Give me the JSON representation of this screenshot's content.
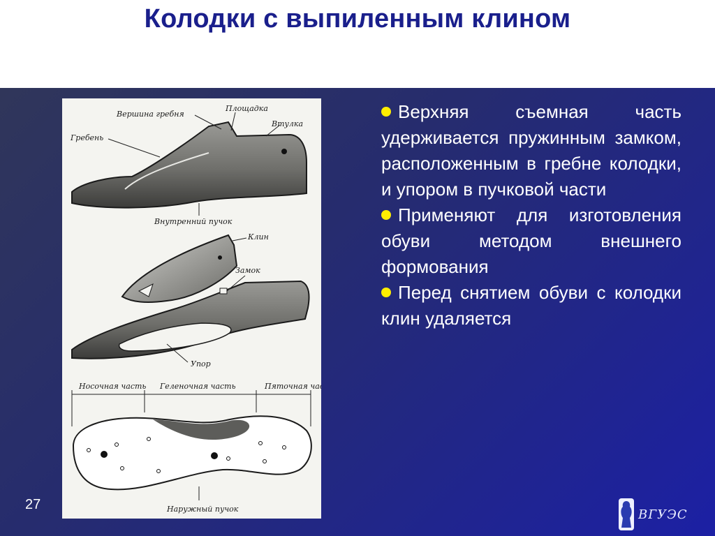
{
  "title": "Колодки с выпиленным клином",
  "figure_labels": {
    "crest_top": "Вершина гребня",
    "platform": "Площадка",
    "sleeve": "Втулка",
    "crest": "Гребень",
    "inner_joint": "Внутренний пучок",
    "wedge": "Клин",
    "lock": "Замок",
    "stop": "Упор",
    "toe_part": "Носочная часть",
    "shank_part": "Геленочная часть",
    "heel_part": "Пяточная часть",
    "outer_joint": "Наружный пучок"
  },
  "bullets": [
    "Верхняя съемная часть удерживается пружинным замком, расположенным в гребне колодки, и упором в пучковой части",
    "Применяют для изготовления обуви методом внешнего формования",
    "Перед снятием обуви с колодки клин удаляется"
  ],
  "page_number": "27",
  "logo_text": "ВГУЭС",
  "colors": {
    "title": "#1a1f8c",
    "bullet_dot": "#ffee00",
    "background_start": "#30365a",
    "background_end": "#1c20a4"
  }
}
